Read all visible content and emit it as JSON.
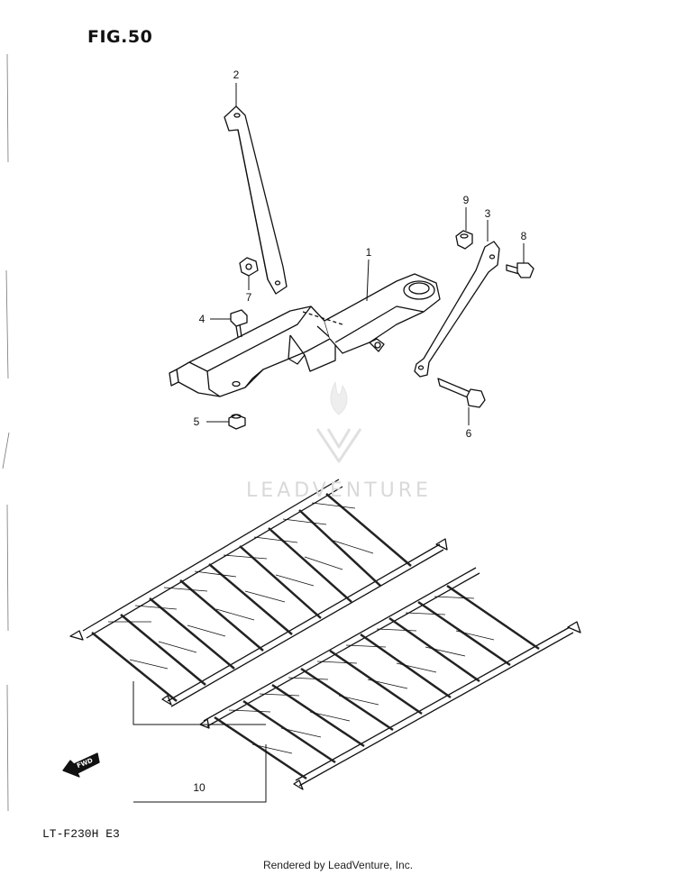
{
  "figure": {
    "title": "FIG.50"
  },
  "model": {
    "code": "LT-F230H  E3"
  },
  "footer": {
    "credit": "Rendered by LeadVenture, Inc."
  },
  "watermark": {
    "text": "LEADVENTURE"
  },
  "fwd_arrow": {
    "label": "FWD"
  },
  "callouts": {
    "c1": "1",
    "c2": "2",
    "c3": "3",
    "c4": "4",
    "c5": "5",
    "c6": "6",
    "c7": "7",
    "c8": "8",
    "c9": "9",
    "c10": "10"
  }
}
